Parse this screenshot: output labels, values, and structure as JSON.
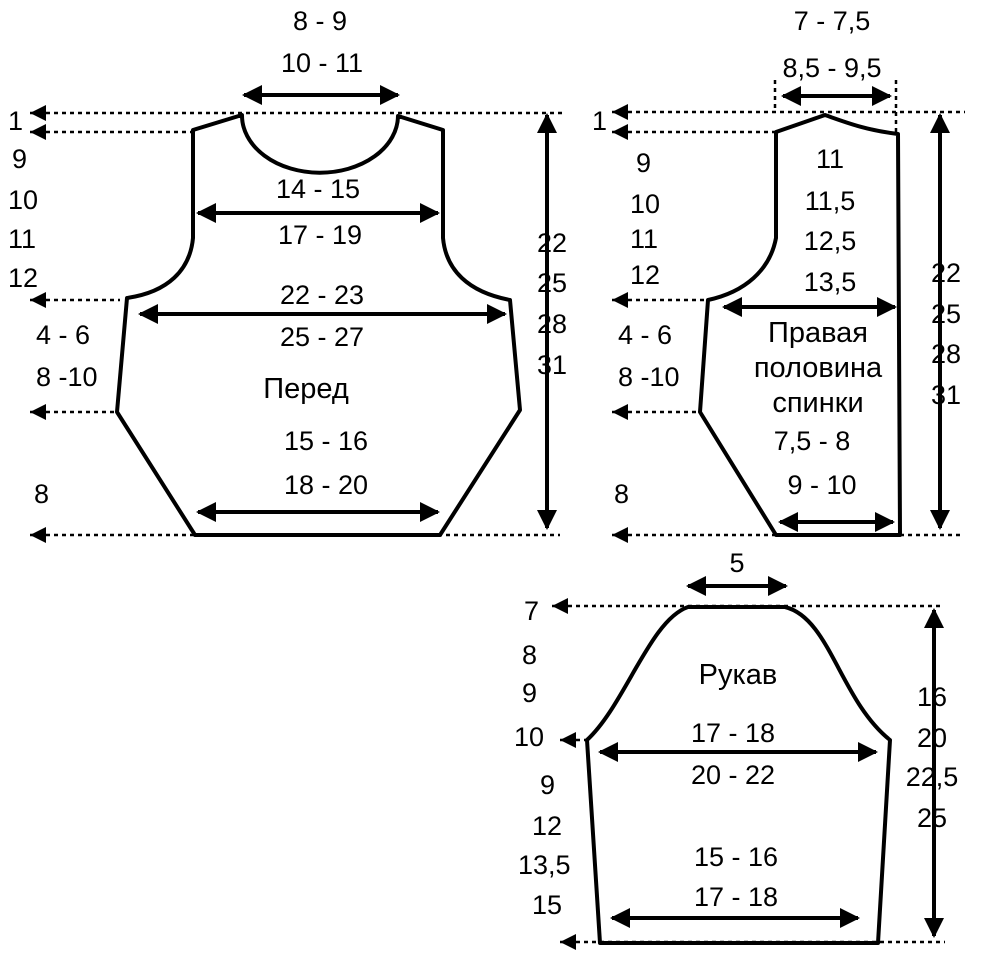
{
  "front": {
    "title": "Перед",
    "neck_top": "8 - 9",
    "neck_bottom": "10 - 11",
    "chest_top": "14 - 15",
    "chest_bottom": "17 - 19",
    "width_top": "22 - 23",
    "width_bottom": "25 - 27",
    "hem_top": "15 -  16",
    "hem_bottom": "18 -  20",
    "height": [
      "22",
      "25",
      "28",
      "31"
    ],
    "left_1": "1",
    "left_2": [
      "9",
      "10",
      "11",
      "12"
    ],
    "left_3": [
      "4 - 6",
      "8 -10"
    ],
    "left_4": "8"
  },
  "back": {
    "title": [
      "Правая",
      "половина",
      "спинки"
    ],
    "neck_top": "7 - 7,5",
    "neck_bottom": "8,5 - 9,5",
    "inner": [
      "11",
      "11,5",
      "12,5",
      "13,5"
    ],
    "hem_top": "7,5 - 8",
    "hem_bottom": "9 - 10",
    "height": [
      "22",
      "25",
      "28",
      "31"
    ],
    "left_1": "1",
    "left_2": [
      "9",
      "10",
      "11",
      "12"
    ],
    "left_3": [
      "4 - 6",
      "8 -10"
    ],
    "left_4": "8"
  },
  "sleeve": {
    "title": "Рукав",
    "cap_top": "5",
    "width_top": "17 - 18",
    "width_bottom": "20 - 22",
    "cuff_top": "15 - 16",
    "cuff_bottom": "17 - 18",
    "height": [
      "16",
      "20",
      "22,5",
      "25"
    ],
    "left_1": [
      "7",
      "8",
      "9",
      "10"
    ],
    "left_2": [
      "9",
      "12",
      "13,5",
      "15"
    ]
  }
}
